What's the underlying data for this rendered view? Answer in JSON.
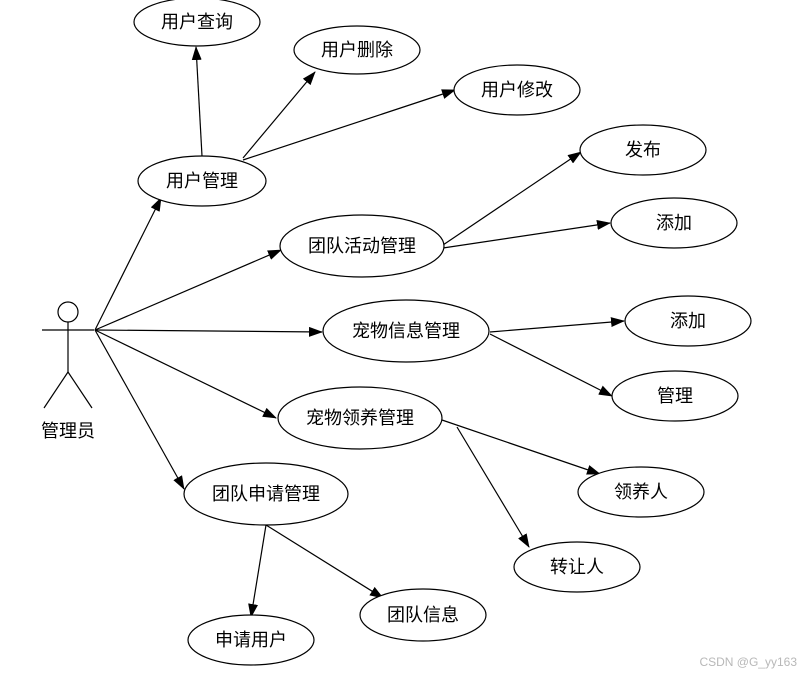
{
  "actor": {
    "label": "管理员"
  },
  "use_cases": {
    "user_query": "用户查询",
    "user_delete": "用户删除",
    "user_modify": "用户修改",
    "user_management": "用户管理",
    "publish": "发布",
    "team_add": "添加",
    "team_activity_management": "团队活动管理",
    "pet_info_management": "宠物信息管理",
    "pet_add": "添加",
    "pet_manage": "管理",
    "pet_adoption_management": "宠物领养管理",
    "adopter": "领养人",
    "transferor": "转让人",
    "team_application_management": "团队申请管理",
    "apply_user": "申请用户",
    "team_info": "团队信息"
  },
  "watermark": "CSDN @G_yy163"
}
